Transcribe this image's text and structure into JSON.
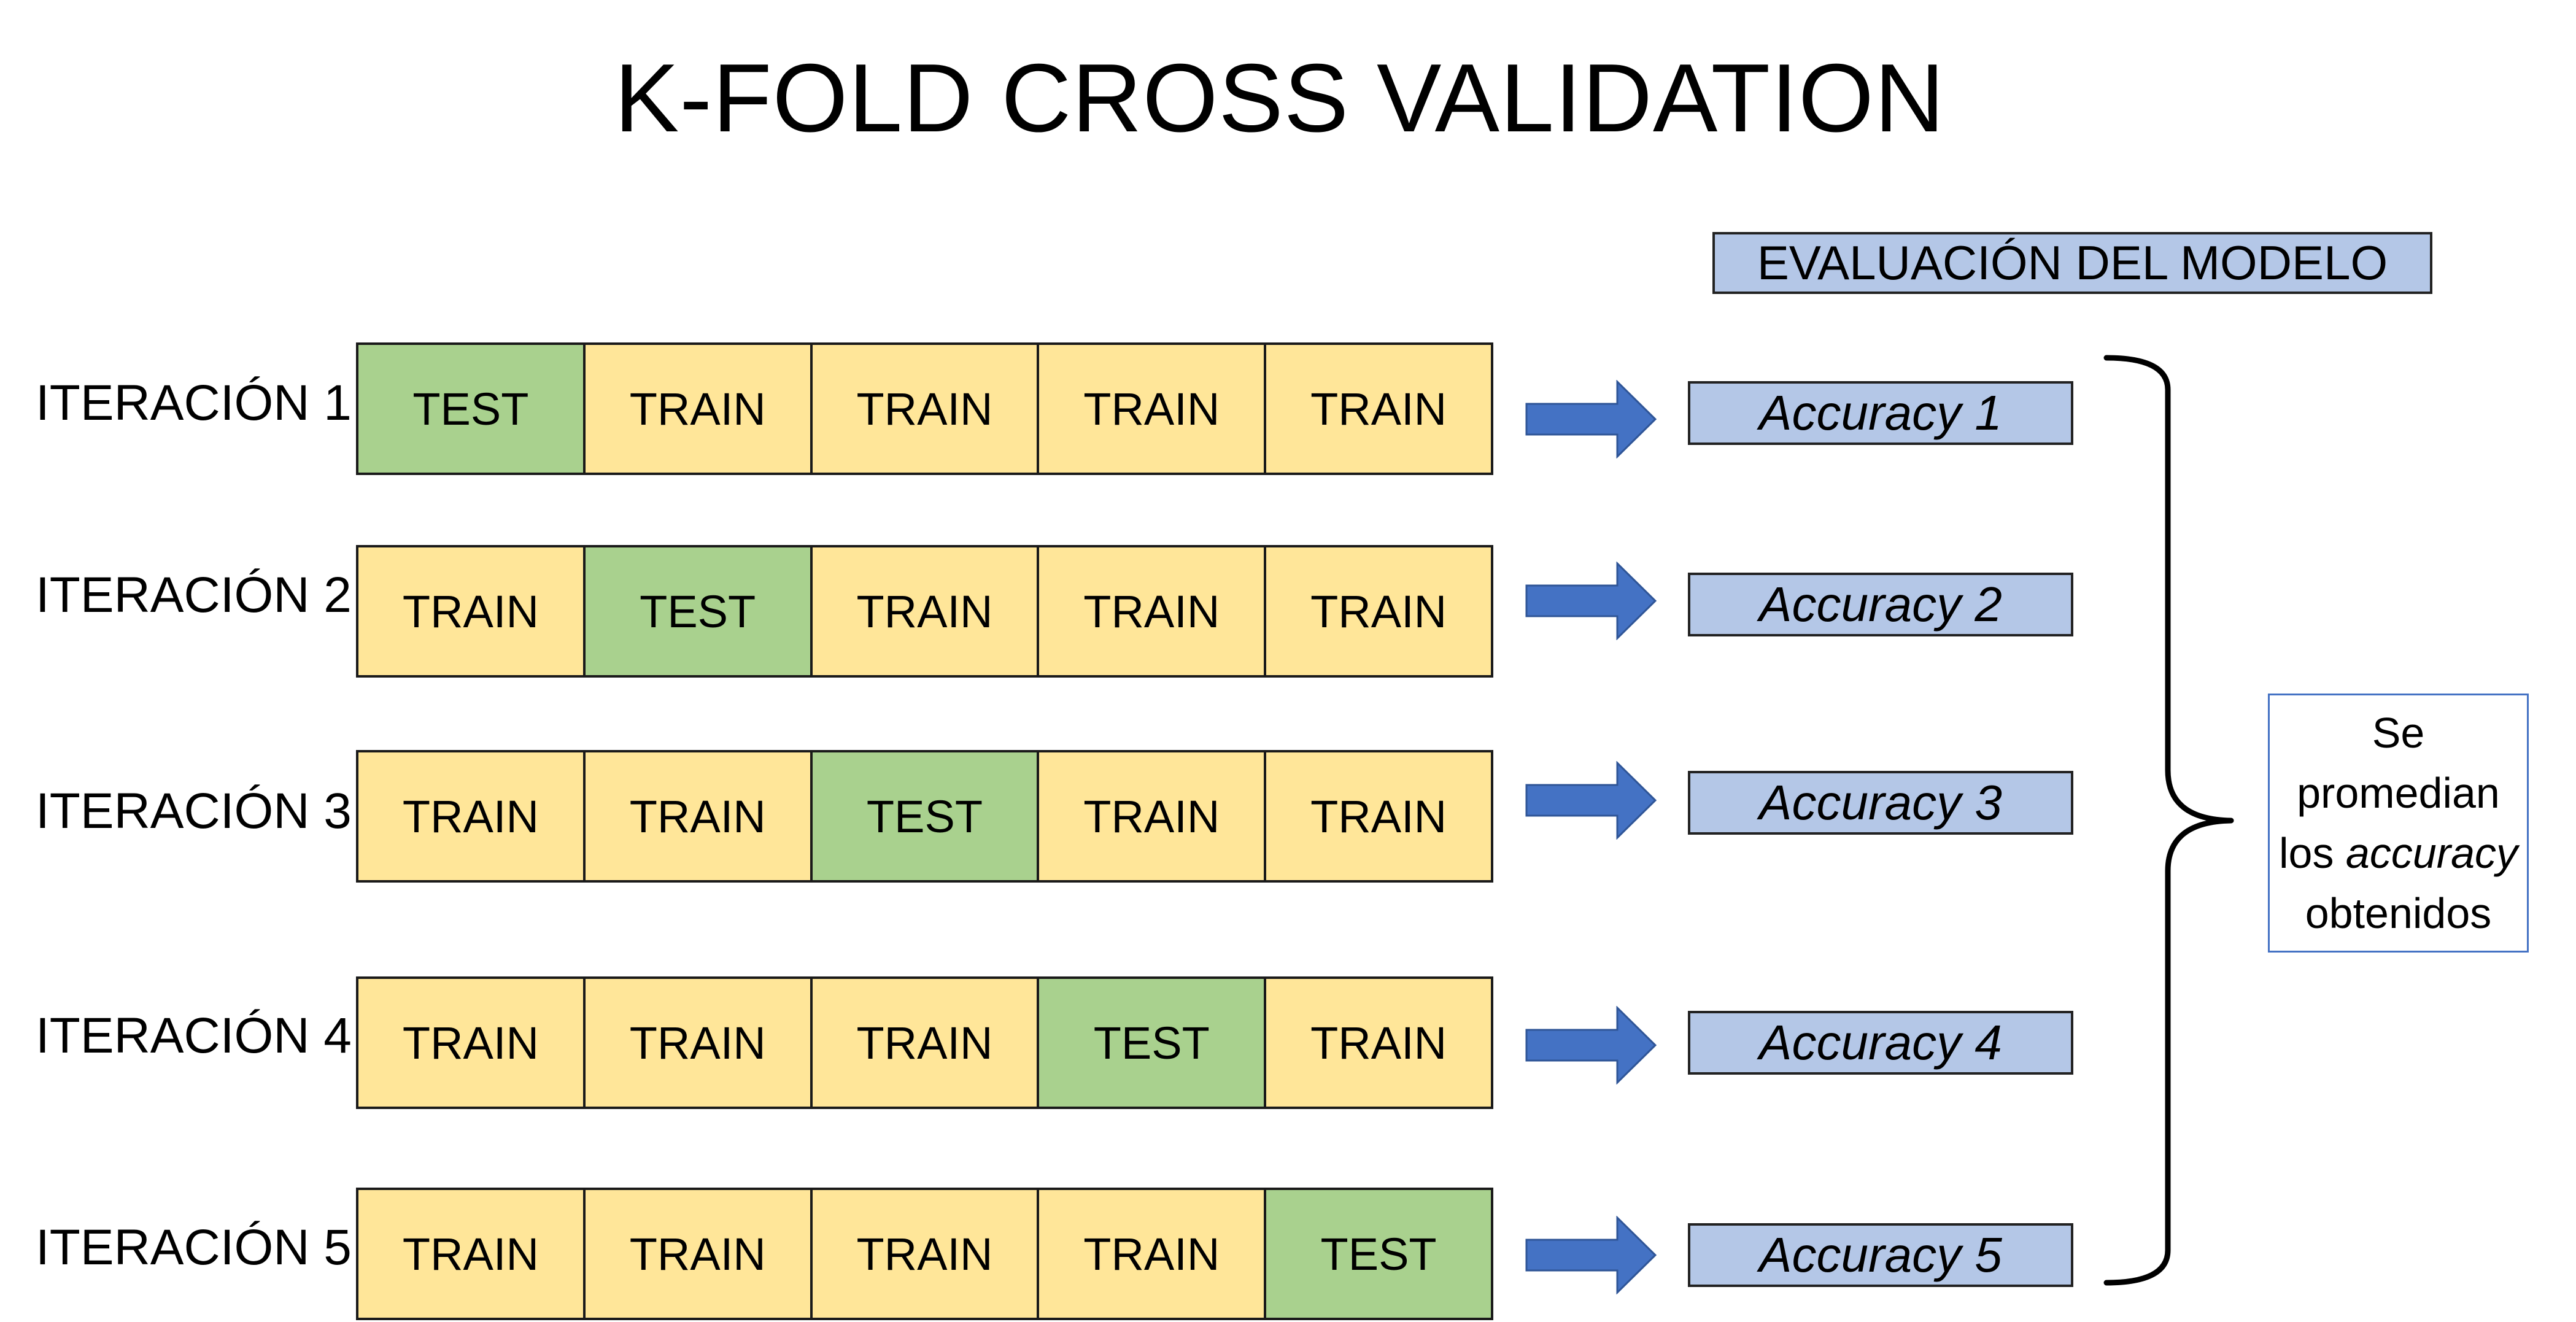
{
  "title": "K-FOLD CROSS VALIDATION",
  "header": "EVALUACIÓN DEL MODELO",
  "colors": {
    "train": "#ffe699",
    "test": "#a9d18e",
    "accuracy_box": "#b4c7e7",
    "arrow": "#4472c4"
  },
  "iterations": [
    {
      "label": "ITERACIÓN 1",
      "folds": [
        "TEST",
        "TRAIN",
        "TRAIN",
        "TRAIN",
        "TRAIN"
      ],
      "result": "Accuracy 1"
    },
    {
      "label": "ITERACIÓN 2",
      "folds": [
        "TRAIN",
        "TEST",
        "TRAIN",
        "TRAIN",
        "TRAIN"
      ],
      "result": "Accuracy 2"
    },
    {
      "label": "ITERACIÓN 3",
      "folds": [
        "TRAIN",
        "TRAIN",
        "TEST",
        "TRAIN",
        "TRAIN"
      ],
      "result": "Accuracy 3"
    },
    {
      "label": "ITERACIÓN 4",
      "folds": [
        "TRAIN",
        "TRAIN",
        "TRAIN",
        "TEST",
        "TRAIN"
      ],
      "result": "Accuracy 4"
    },
    {
      "label": "ITERACIÓN 5",
      "folds": [
        "TRAIN",
        "TRAIN",
        "TRAIN",
        "TRAIN",
        "TEST"
      ],
      "result": "Accuracy 5"
    }
  ],
  "summary": {
    "line1": "Se",
    "line2": "promedian",
    "line3_prefix": "los ",
    "line3_italic": "accuracy",
    "line4": "obtenidos"
  }
}
